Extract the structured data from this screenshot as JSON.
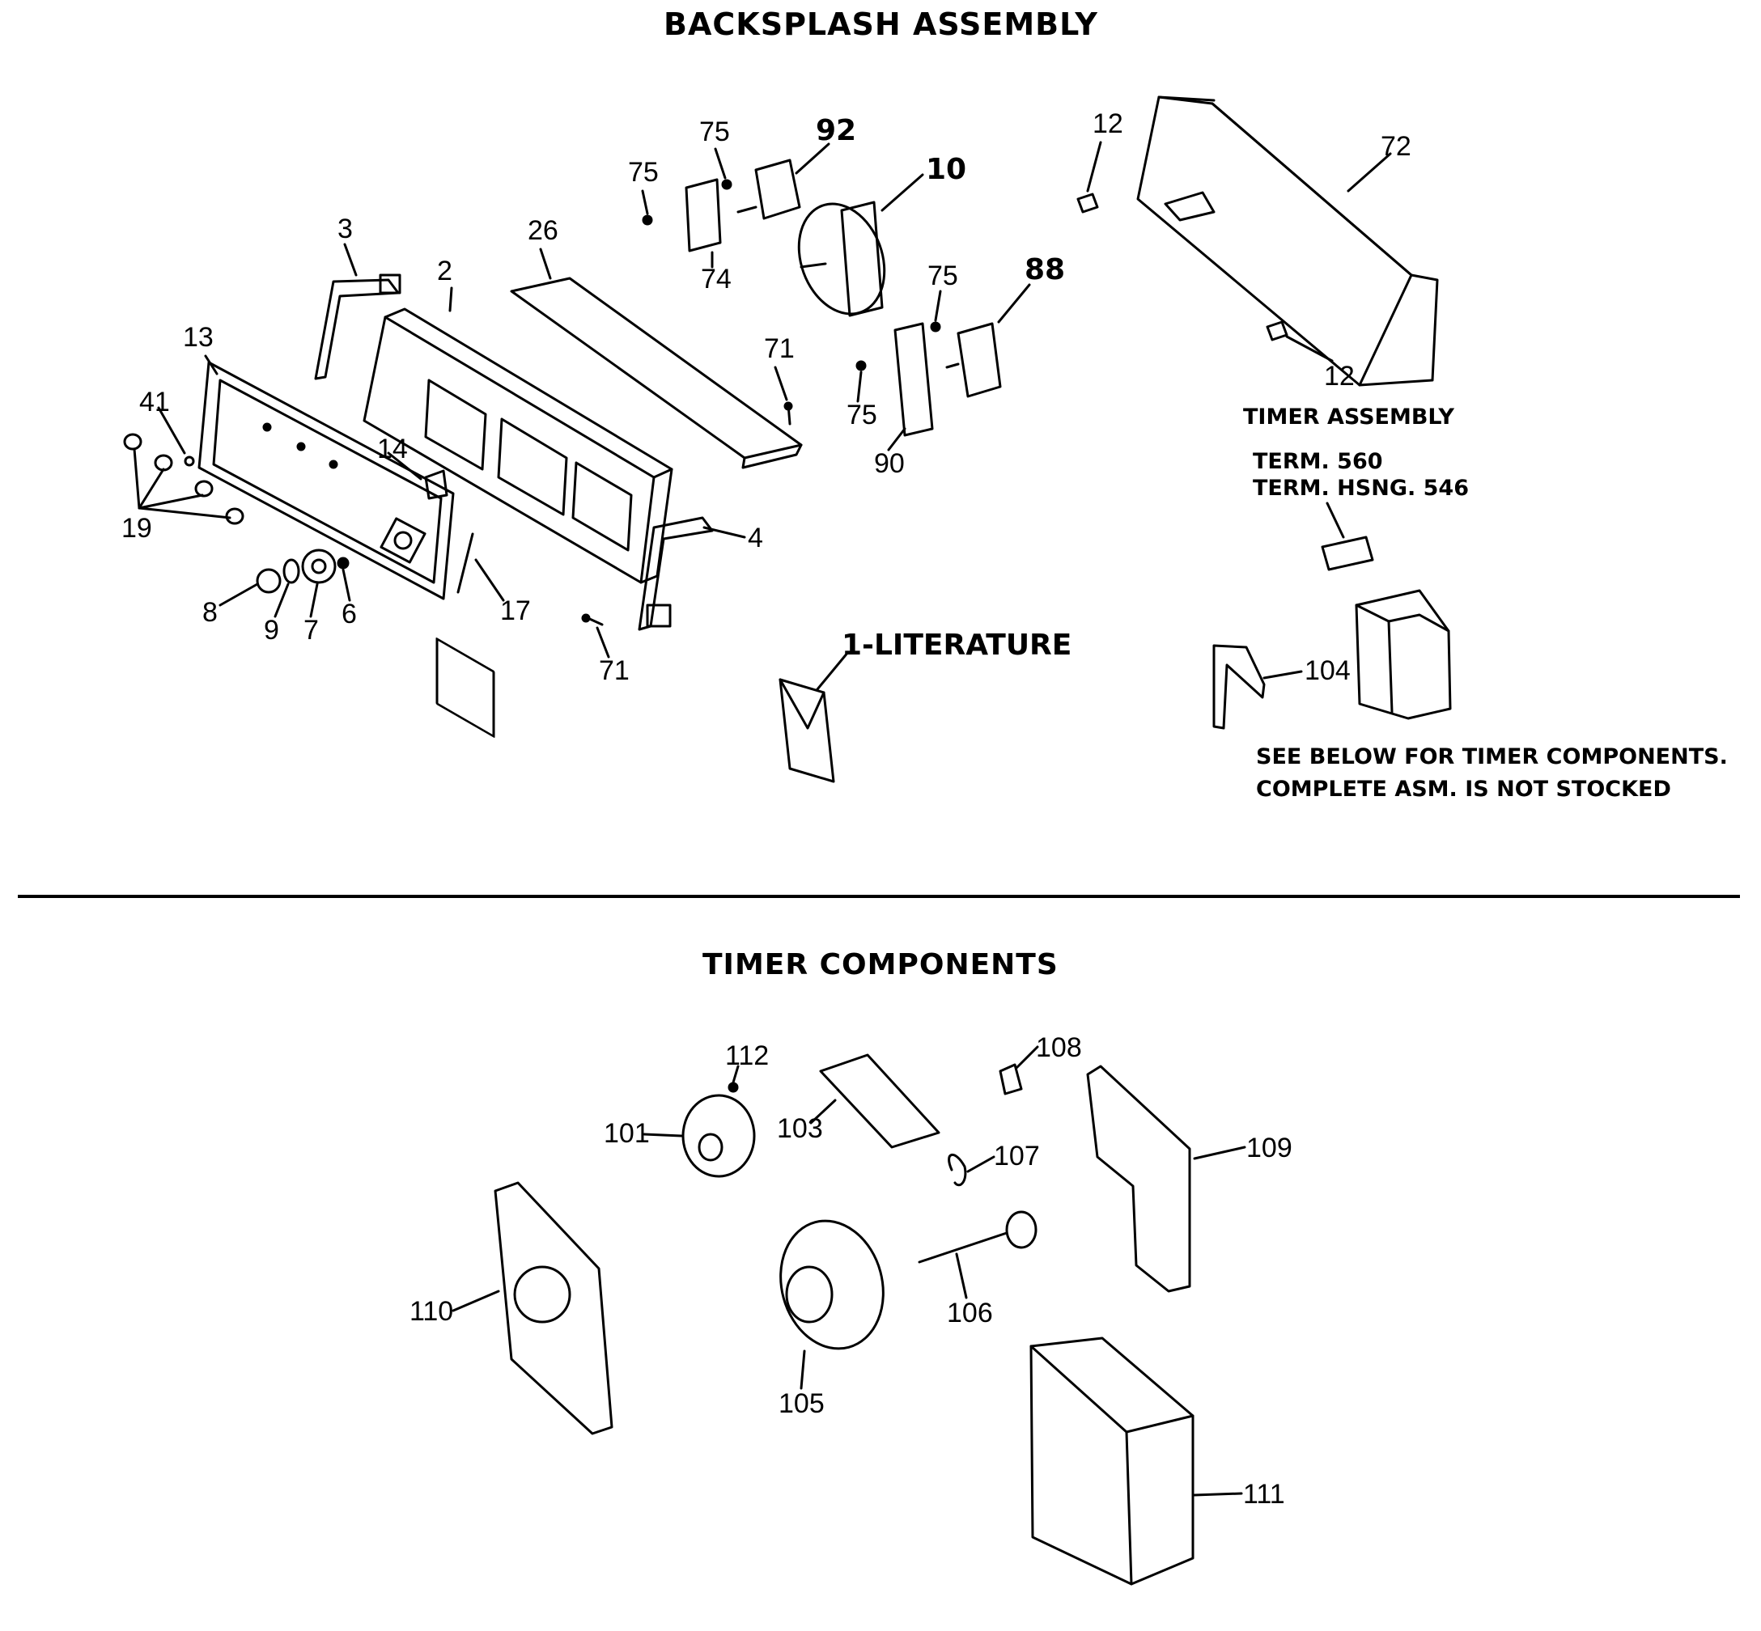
{
  "titles": {
    "backsplash": "BACKSPLASH ASSEMBLY",
    "timer_components": "TIMER COMPONENTS",
    "timer_assembly": "TIMER ASSEMBLY"
  },
  "notes": {
    "term": "TERM. 560",
    "term_housing": "TERM. HSNG. 546",
    "see_below": "SEE BELOW FOR TIMER COMPONENTS.",
    "not_stocked": "COMPLETE ASM. IS NOT STOCKED",
    "literature": "1-LITERATURE"
  },
  "part_labels": {
    "p2": "2",
    "p3": "3",
    "p4": "4",
    "p6": "6",
    "p7": "7",
    "p8": "8",
    "p9": "9",
    "p10": "10",
    "p12a": "12",
    "p12b": "12",
    "p13": "13",
    "p14": "14",
    "p17": "17",
    "p19": "19",
    "p26": "26",
    "p41": "41",
    "p71a": "71",
    "p71b": "71",
    "p72": "72",
    "p74": "74",
    "p75a": "75",
    "p75b": "75",
    "p75c": "75",
    "p75d": "75",
    "p88": "88",
    "p90": "90",
    "p92": "92",
    "p104": "104",
    "p101": "101",
    "p103": "103",
    "p105": "105",
    "p106": "106",
    "p107": "107",
    "p108": "108",
    "p109": "109",
    "p110": "110",
    "p111": "111",
    "p112": "112"
  }
}
